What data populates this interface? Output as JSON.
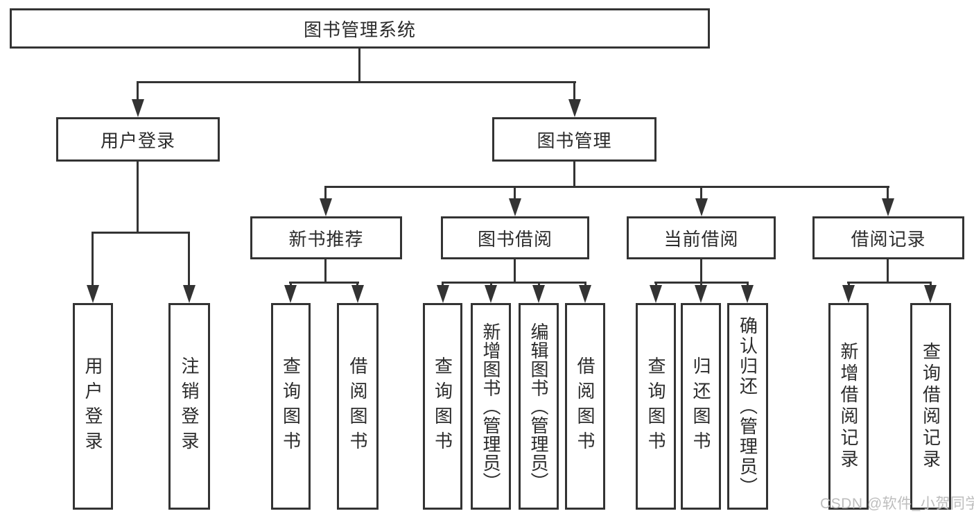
{
  "tree": {
    "label": "图书管理系统",
    "children": [
      {
        "label": "用户登录",
        "children": [
          {
            "label": "用户登录"
          },
          {
            "label": "注销登录"
          }
        ]
      },
      {
        "label": "图书管理",
        "children": [
          {
            "label": "新书推荐",
            "children": [
              {
                "label": "查询图书"
              },
              {
                "label": "借阅图书"
              }
            ]
          },
          {
            "label": "图书借阅",
            "children": [
              {
                "label": "查询图书"
              },
              {
                "label": "新增图书（管理员）"
              },
              {
                "label": "编辑图书（管理员）"
              },
              {
                "label": "借阅图书"
              }
            ]
          },
          {
            "label": "当前借阅",
            "children": [
              {
                "label": "查询图书"
              },
              {
                "label": "归还图书"
              },
              {
                "label": "确认归还（管理员）"
              }
            ]
          },
          {
            "label": "借阅记录",
            "children": [
              {
                "label": "新增借阅记录"
              },
              {
                "label": "查询借阅记录"
              }
            ]
          }
        ]
      }
    ]
  },
  "watermark": {
    "text": "CSDN @软件_小贺同学"
  },
  "colors": {
    "line": "#333333",
    "text": "#2b2b2b",
    "background": "#ffffff",
    "watermark": "#bdbdbd"
  }
}
